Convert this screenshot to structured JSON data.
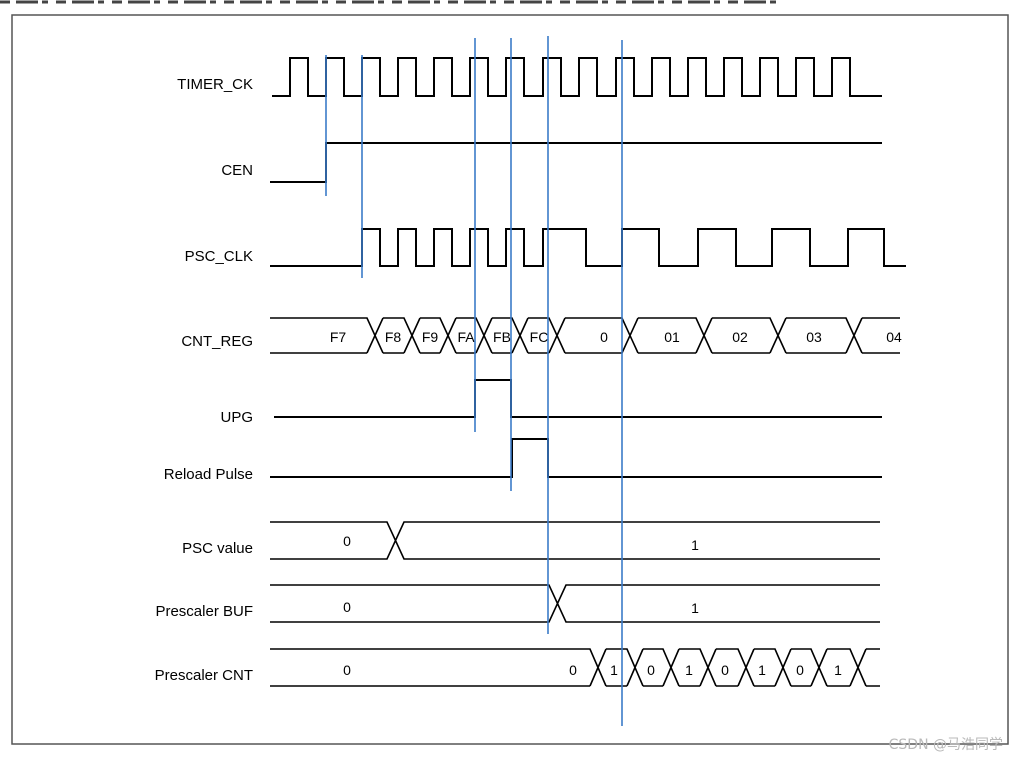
{
  "signals": [
    {
      "label": "TIMER_CK"
    },
    {
      "label": "CEN"
    },
    {
      "label": "PSC_CLK"
    },
    {
      "label": "CNT_REG"
    },
    {
      "label": "UPG"
    },
    {
      "label": "Reload Pulse"
    },
    {
      "label": "PSC value"
    },
    {
      "label": "Prescaler BUF"
    },
    {
      "label": "Prescaler CNT"
    }
  ],
  "cnt_reg_values": [
    "F7",
    "F8",
    "F9",
    "FA",
    "FB",
    "FC",
    "0",
    "01",
    "02",
    "03",
    "04"
  ],
  "psc_value": [
    "0",
    "1"
  ],
  "prescaler_buf": [
    "0",
    "1"
  ],
  "prescaler_cnt": [
    "0",
    "0",
    "1",
    "0",
    "1",
    "0",
    "1",
    "0",
    "1"
  ],
  "watermark": "CSDN @马浩同学",
  "colors": {
    "signal": "#000000",
    "marker": "#3b7bc8",
    "frame": "#555555"
  }
}
